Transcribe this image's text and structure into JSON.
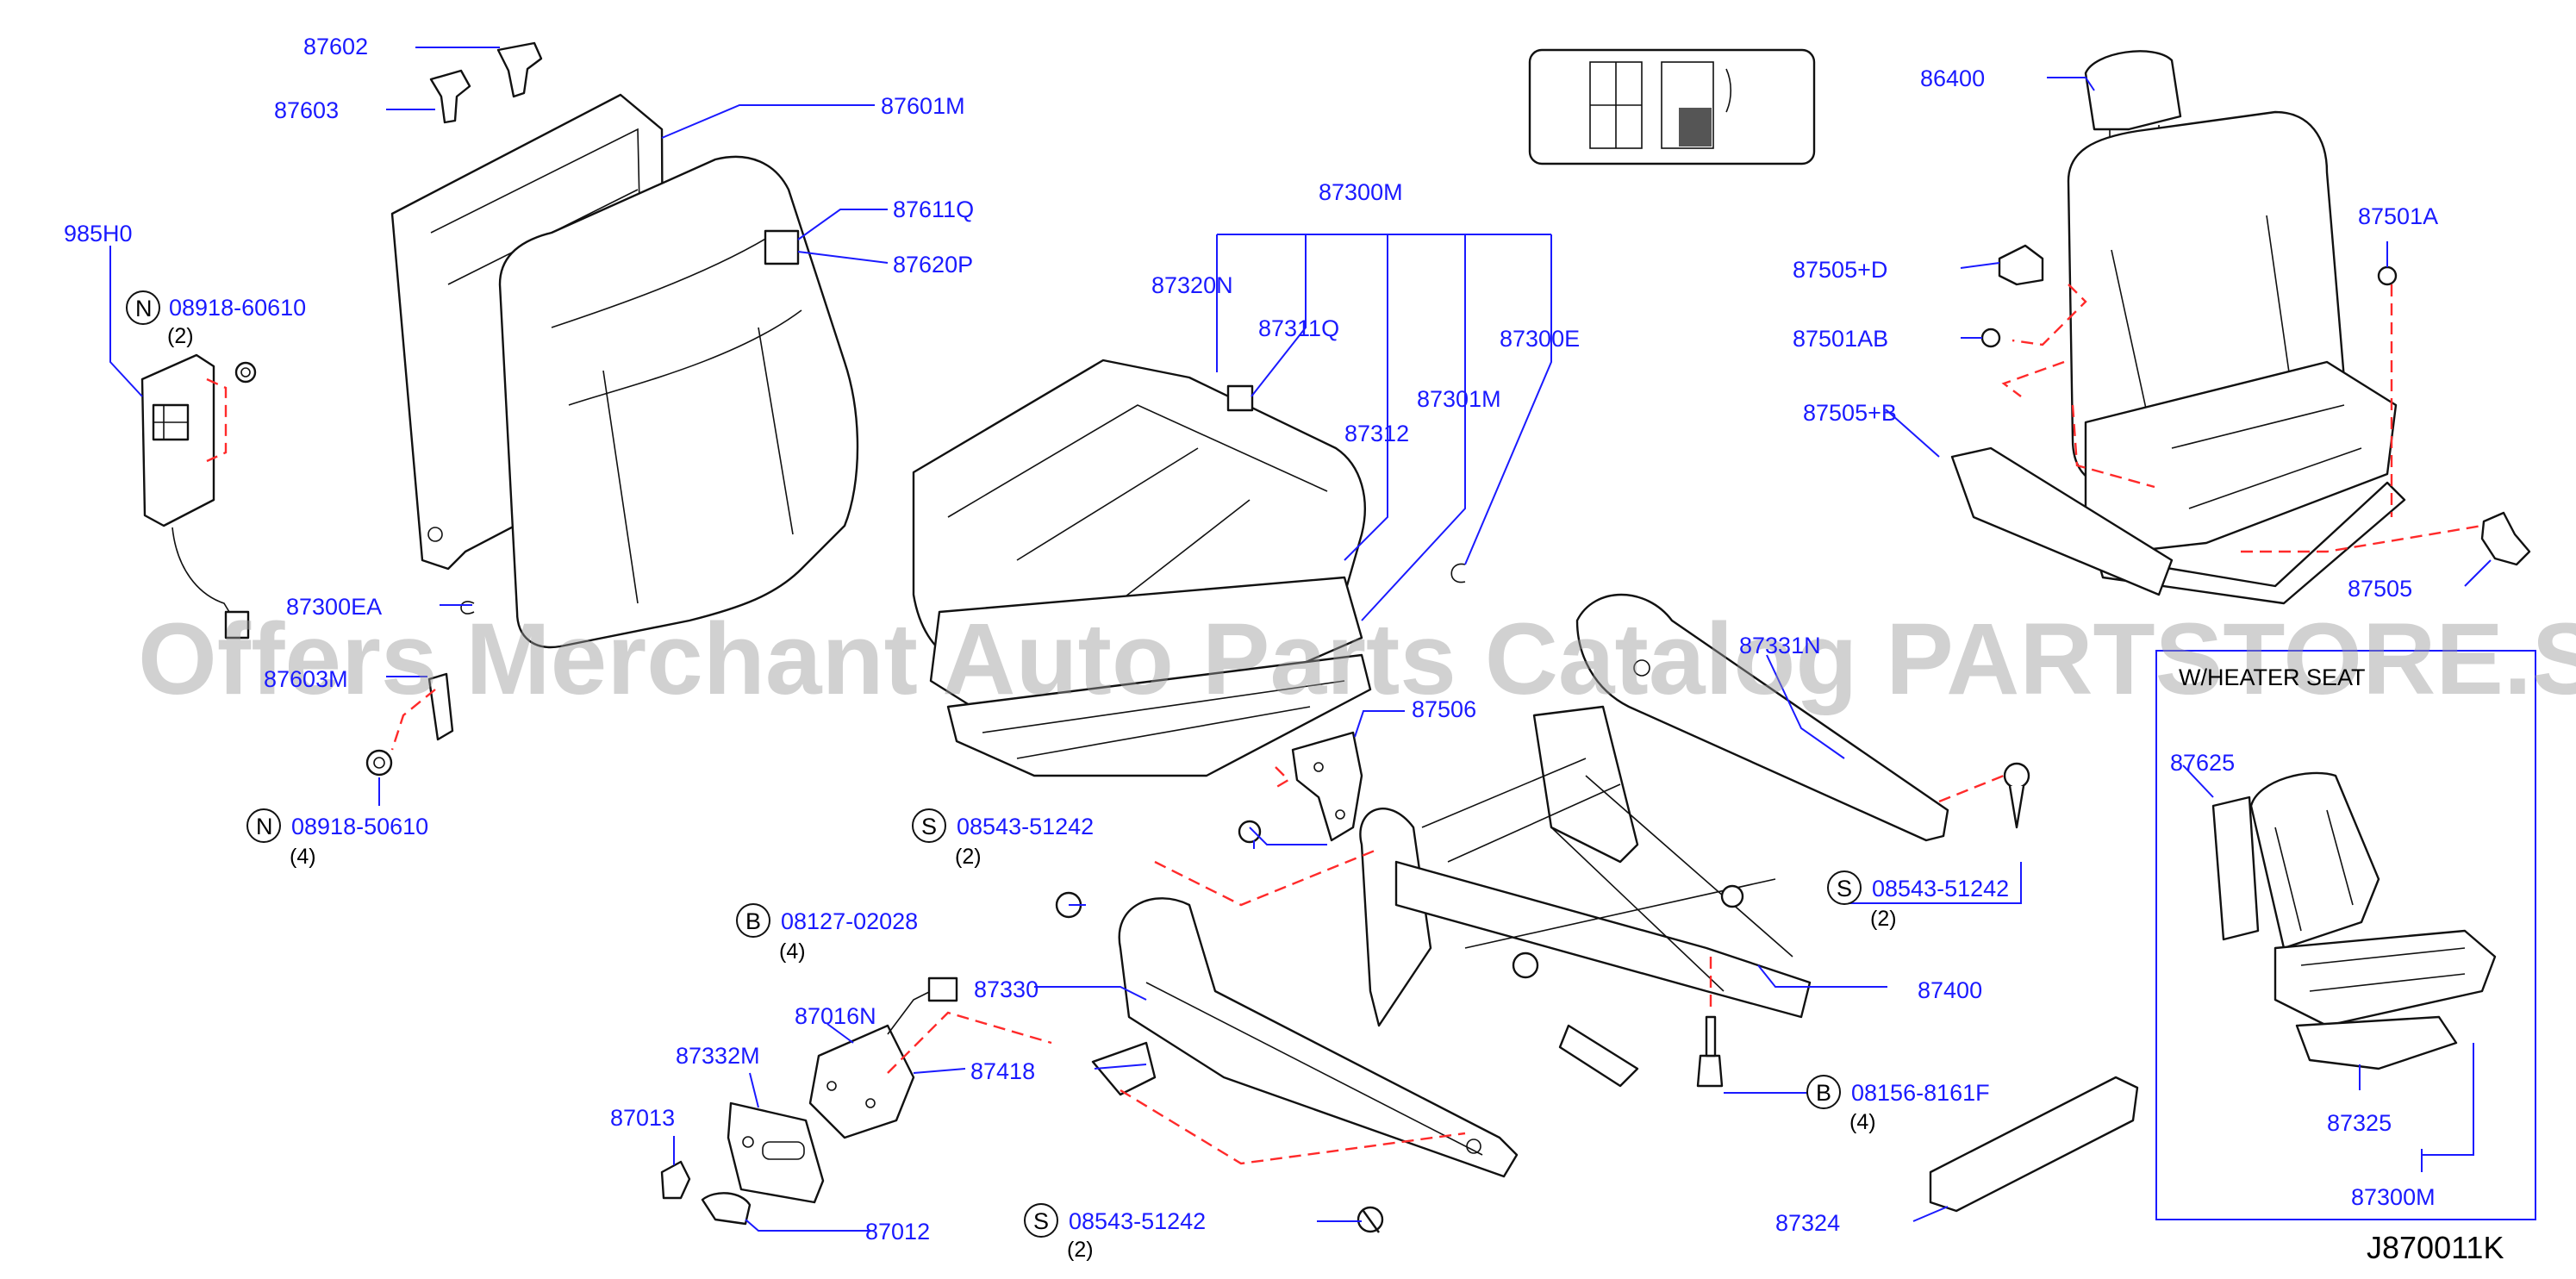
{
  "watermark": "Offers Merchant Auto Parts Catalog PARTSTORE.SA",
  "diagram_code": "J870011K",
  "inset_title": "W/HEATER SEAT",
  "parts": {
    "p87602": "87602",
    "p87603": "87603",
    "p87601M": "87601M",
    "p985H0": "985H0",
    "p87611Q": "87611Q",
    "p87620P": "87620P",
    "p87300M": "87300M",
    "p87320N": "87320N",
    "p87311Q": "87311Q",
    "p87300E": "87300E",
    "p87312": "87312",
    "p87301M": "87301M",
    "p87300EA": "87300EA",
    "p87603M": "87603M",
    "p87331N": "87331N",
    "p87506": "87506",
    "p87400": "87400",
    "p87330": "87330",
    "p87418": "87418",
    "p87016N": "87016N",
    "p87332M": "87332M",
    "p87013": "87013",
    "p87012": "87012",
    "p87324": "87324",
    "p86400": "86400",
    "p87501A": "87501A",
    "p87505D": "87505+D",
    "p87501AB": "87501AB",
    "p87505B": "87505+B",
    "p87505": "87505",
    "p87625": "87625",
    "p87325": "87325",
    "p87300M_inset": "87300M"
  },
  "fasteners": {
    "n1": {
      "prefix": "N",
      "code": "08918-60610",
      "qty": "(2)"
    },
    "n2": {
      "prefix": "N",
      "code": "08918-50610",
      "qty": "(4)"
    },
    "s1": {
      "prefix": "S",
      "code": "08543-51242",
      "qty": "(2)"
    },
    "s2": {
      "prefix": "S",
      "code": "08543-51242",
      "qty": "(2)"
    },
    "s3": {
      "prefix": "S",
      "code": "08543-51242",
      "qty": "(2)"
    },
    "b1": {
      "prefix": "B",
      "code": "08127-02028",
      "qty": "(4)"
    },
    "b2": {
      "prefix": "B",
      "code": "08156-8161F",
      "qty": "(4)"
    }
  },
  "colors": {
    "label": "#1a1aff",
    "hidden_line": "#ff2a2a",
    "line": "#111111"
  }
}
